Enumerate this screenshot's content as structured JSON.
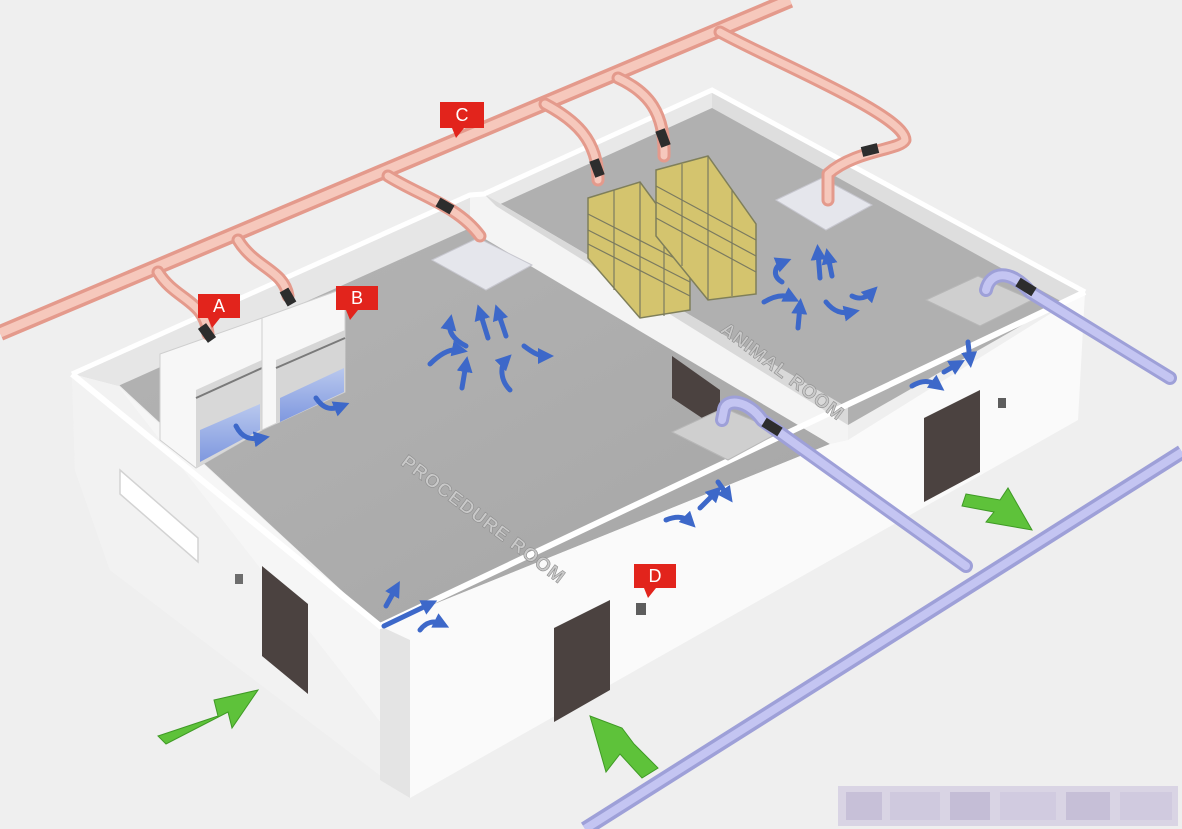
{
  "callouts": {
    "a": "A",
    "b": "B",
    "c": "C",
    "d": "D"
  },
  "rooms": {
    "procedure": "PROCEDURE ROOM",
    "animal": "ANIMAL ROOM"
  },
  "colors": {
    "exhaust_duct": "#f2b5a5",
    "supply_duct": "#b3b4ea",
    "callout": "#e2241c",
    "airflow_arrow": "#3d68c9",
    "supply_arrow": "#5ec23a",
    "door": "#4b4240",
    "floor": "#adadad",
    "wall": "#f9f9f9"
  },
  "icons": {
    "callout_marker": "callout-pin-icon",
    "airflow": "airflow-arrow-icon",
    "supply_air": "supply-air-arrow-icon"
  }
}
